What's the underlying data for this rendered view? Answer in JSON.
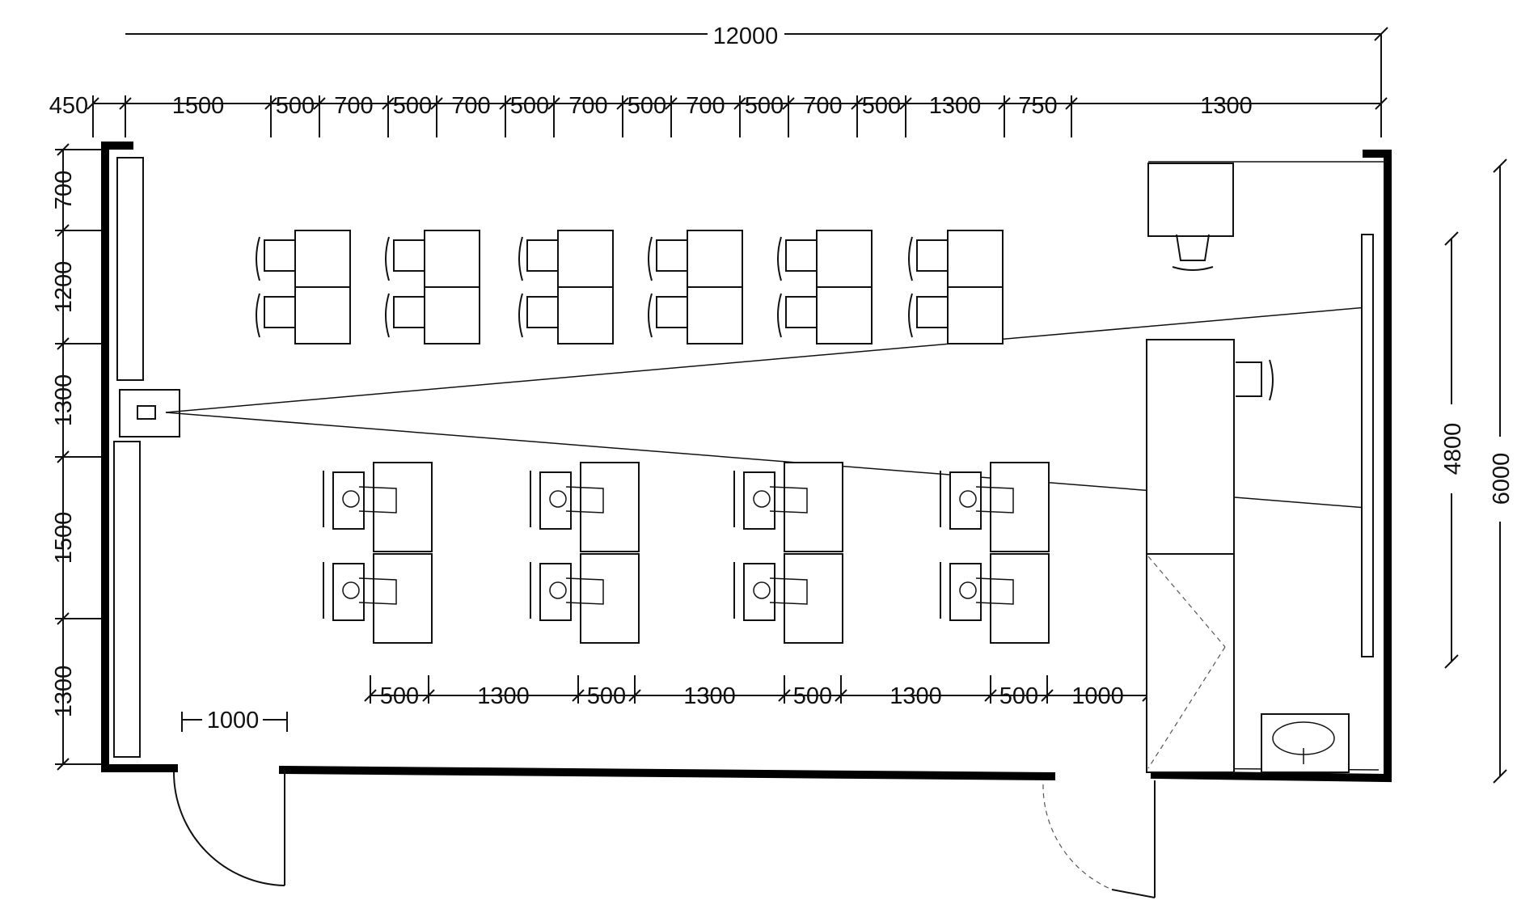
{
  "dimensions": {
    "overall_width": "12000",
    "top_chain": [
      "450",
      "1500",
      "500",
      "700",
      "500",
      "700",
      "500",
      "700",
      "500",
      "700",
      "500",
      "700",
      "500",
      "1300",
      "750",
      "1300"
    ],
    "left_chain": [
      "700",
      "1200",
      "1300",
      "1500",
      "1300"
    ],
    "bottom_chain": [
      "500",
      "1300",
      "500",
      "1300",
      "500",
      "1300",
      "500",
      "1000"
    ],
    "door": "1000",
    "right_inner": "4800",
    "right_outer": "6000"
  }
}
